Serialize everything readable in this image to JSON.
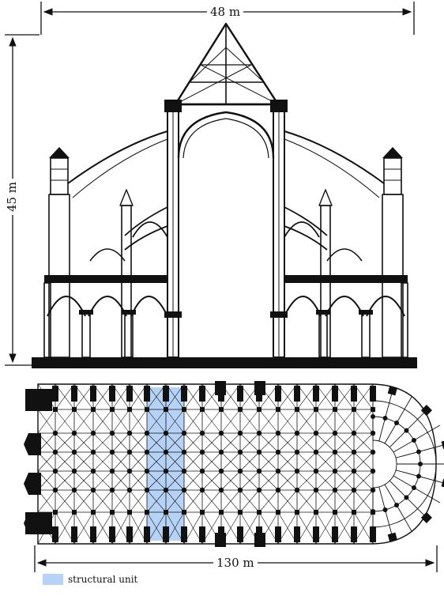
{
  "dimensions": {
    "width_label": "48 m",
    "height_label": "45 m",
    "length_label": "130 m"
  },
  "legend": {
    "label": "structural unit",
    "swatch_color": "#b7d2f7"
  },
  "colors": {
    "ink": "#111111",
    "highlight": "#b7d2f7"
  }
}
